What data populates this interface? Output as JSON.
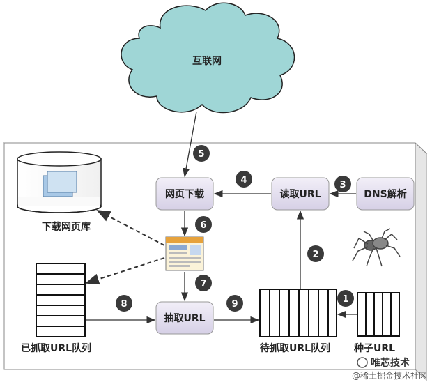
{
  "cloud": {
    "label": "互联网"
  },
  "nodes": {
    "download": "网页下载",
    "read_url": "读取URL",
    "dns": "DNS解析",
    "extract": "抽取URL"
  },
  "labels": {
    "page_store": "下载网页库",
    "crawled_queue": "已抓取URL队列",
    "pending_queue": "待抓取URL队列",
    "seed_url": "种子URL"
  },
  "steps": [
    "1",
    "2",
    "3",
    "4",
    "5",
    "6",
    "7",
    "8",
    "9"
  ],
  "watermark": {
    "line1": "唯芯技术",
    "line2": "@稀土掘金技术社区"
  },
  "colors": {
    "cloud_fill": "#9fd6d6",
    "node_fill": "#e4dff0",
    "step_fill": "#3a3a3a"
  }
}
